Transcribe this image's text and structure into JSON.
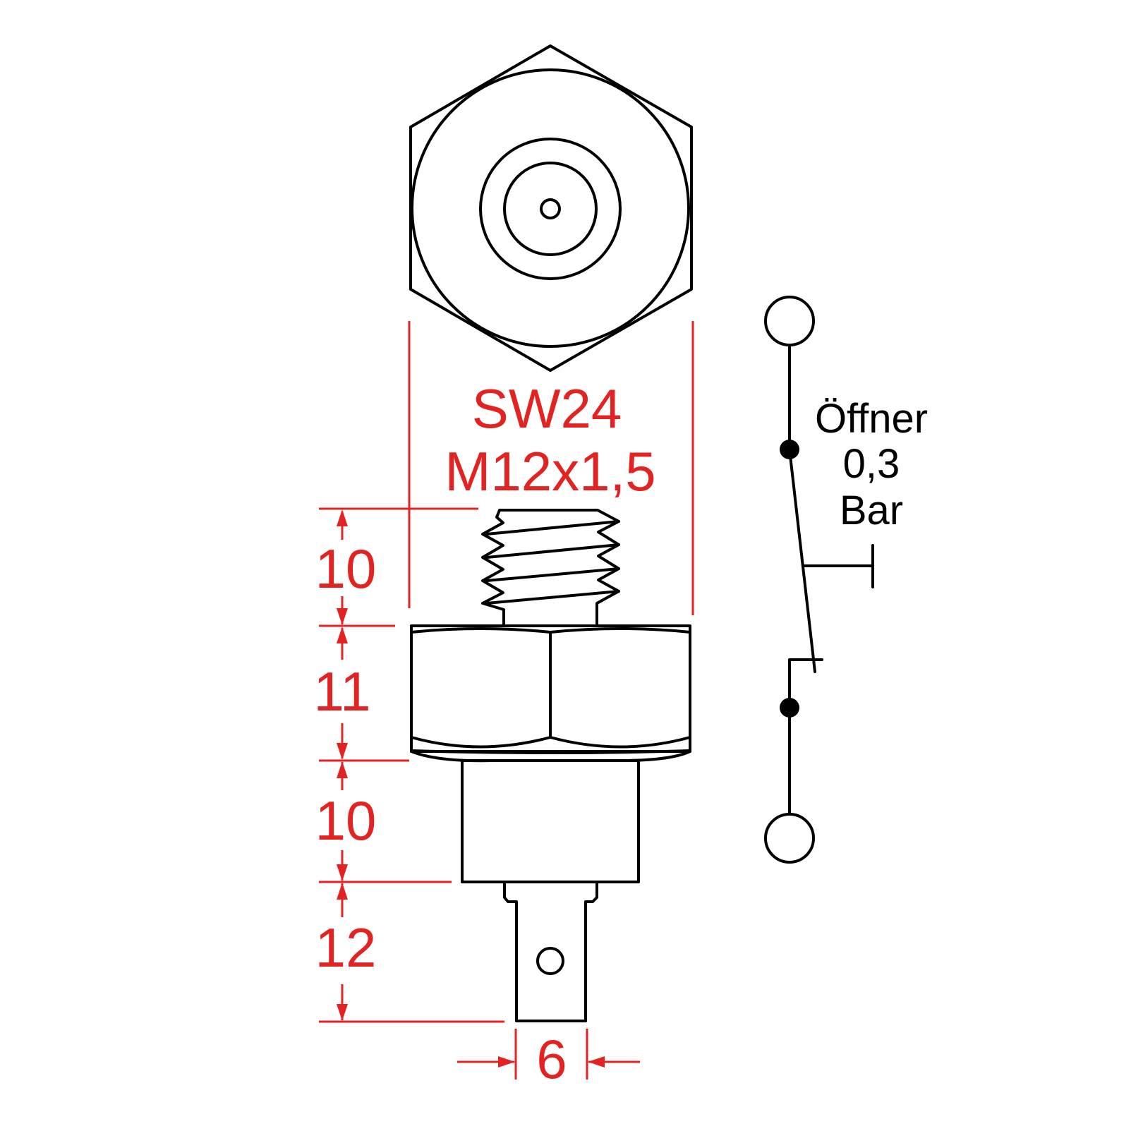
{
  "labels": {
    "wrench_size": "SW24",
    "thread": "M12x1,5",
    "switch_type": "Öffner",
    "pressure_value": "0,3",
    "pressure_unit": "Bar"
  },
  "dimensions": {
    "thread_length": "10",
    "hex_height": "11",
    "body_length": "10",
    "tab_length": "12",
    "tab_width": "6"
  },
  "colors": {
    "dimension": "#e32222",
    "outline": "#000000"
  }
}
